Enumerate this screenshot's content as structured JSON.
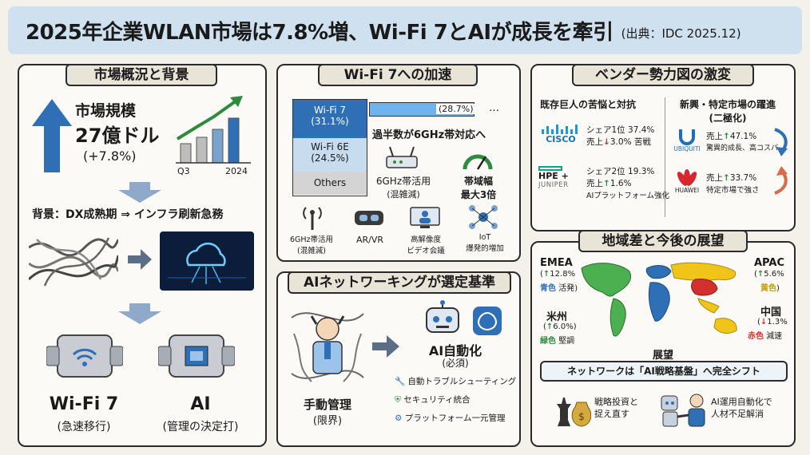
{
  "header": {
    "title": "2025年企業WLAN市場は7.8%増、Wi-Fi 7とAIが成長を牽引",
    "source": "(出典：IDC 2025.12)"
  },
  "market": {
    "section_title": "市場概況と背景",
    "size_label": "市場規模",
    "size_value": "27億ドル",
    "size_growth": "(+7.8%)",
    "chart_q3": "Q3",
    "chart_year": "2024",
    "background": "背景：DX成熟期 ⇒ インフラ刷新急務",
    "wifi7_label": "Wi-Fi 7",
    "wifi7_sub": "(急速移行)",
    "ai_label": "AI",
    "ai_sub": "(管理の決定打)"
  },
  "wifi7": {
    "section_title": "Wi-Fi 7への加速",
    "bar_wifi7": "Wi-Fi 7",
    "bar_wifi7_pct": "(31.1%)",
    "bar_wifi6e": "Wi-Fi 6E",
    "bar_wifi6e_pct": "(24.5%)",
    "bar_others": "Others",
    "bar_top_pct": "(28.7%)",
    "bar_ellipsis": "…",
    "majority": "過半数が6GHz帯対応へ",
    "feat1_l1": "6GHz帯活用",
    "feat1_l2": "(混雑減)",
    "feat2_l1": "帯域幅",
    "feat2_l2": "最大3倍",
    "icons": [
      {
        "l1": "6GHz帯活用",
        "l2": "(混雑減)"
      },
      {
        "l1": "AR/VR",
        "l2": ""
      },
      {
        "l1": "高解像度",
        "l2": "ビデオ会議"
      },
      {
        "l1": "IoT",
        "l2": "爆発的増加"
      }
    ]
  },
  "ainet": {
    "section_title": "AIネットワーキングが選定基準",
    "manual_l1": "手動管理",
    "manual_l2": "(限界)",
    "auto_l1": "AI自動化",
    "auto_l2": "(必須)",
    "items": [
      "自動トラブルシューティング",
      "セキュリティ統合",
      "プラットフォーム一元管理"
    ]
  },
  "vendor": {
    "section_title": "ベンダー勢力図の激変",
    "left_head": "既存巨人の苦悩と対抗",
    "right_head_l1": "新興・特定市場の躍進",
    "right_head_l2": "(二極化)",
    "cisco_logo": "CISCO",
    "cisco_l1": "シェア1位 37.4%",
    "cisco_l2a": "売上",
    "cisco_l2b": "3.0%",
    "cisco_l2c": "苦戦",
    "hpe_logo": "HPE",
    "juniper_logo": "JUNIPER",
    "hpe_l1": "シェア2位 19.3%",
    "hpe_l2a": "売上",
    "hpe_l2b": "1.6%",
    "hpe_l3": "AIプラットフォーム強化",
    "ubiquiti_logo": "UBIQUITI",
    "ubq_l1a": "売上",
    "ubq_l1b": "47.1%",
    "ubq_l2": "驚異的成長、高コスパ",
    "huawei_logo": "HUAWEI",
    "hw_l1a": "売上",
    "hw_l1b": "33.7%",
    "hw_l2": "特定市場で強さ"
  },
  "region": {
    "section_title": "地域差と今後の展望",
    "emea": "EMEA",
    "emea_pct": "12.8%",
    "emea_note_a": "青色",
    "emea_note_b": "活発",
    "apac": "APAC",
    "apac_pct": "5.6%",
    "apac_note": "黄色",
    "us": "米州",
    "us_pct": "6.0%",
    "us_note_a": "緑色",
    "us_note_b": "堅調",
    "china": "中国",
    "china_pct": "1.3%",
    "china_note_a": "赤色",
    "china_note_b": "減速",
    "outlook_label": "展望",
    "outlook_text": "ネットワークは「AI戦略基盤」へ完全シフト",
    "invest_l1": "戦略投資と",
    "invest_l2": "捉え直す",
    "ops_l1": "AI運用自動化で",
    "ops_l2": "人材不足解消"
  },
  "colors": {
    "accent_blue": "#2f6fb5",
    "up_green": "#2e8b3d",
    "down_red": "#c8342b",
    "title_bg": "#cfe0ef"
  }
}
